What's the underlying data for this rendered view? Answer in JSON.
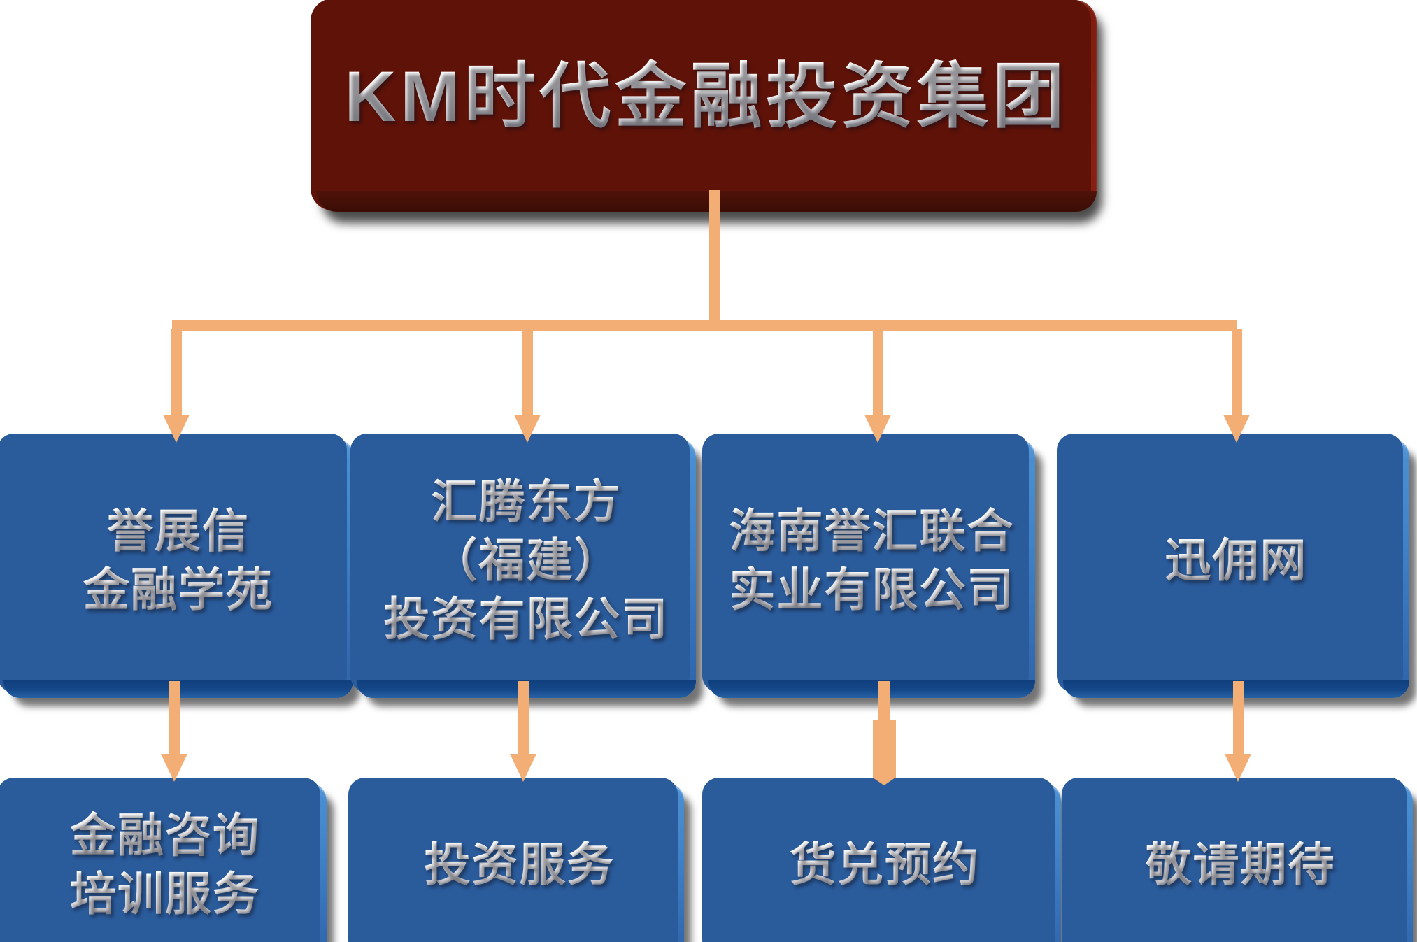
{
  "org_chart": {
    "type": "org-tree",
    "root": {
      "label": "KM时代金融投资集团"
    },
    "columns": [
      {
        "company": {
          "lines": [
            "誉展信",
            "金融学苑"
          ]
        },
        "service": {
          "lines": [
            "金融咨询",
            "培训服务"
          ]
        }
      },
      {
        "company": {
          "lines": [
            "汇腾东方",
            "（福建）",
            "投资有限公司"
          ]
        },
        "service": {
          "lines": [
            "投资服务"
          ]
        }
      },
      {
        "company": {
          "lines": [
            "海南誉汇联合",
            "实业有限公司"
          ]
        },
        "service": {
          "lines": [
            "货兑预约"
          ]
        }
      },
      {
        "company": {
          "lines": [
            "迅佣网"
          ]
        },
        "service": {
          "lines": [
            "敬请期待"
          ]
        }
      }
    ],
    "colors": {
      "root_box": "#8e2315",
      "root_box_bevel": "#3a0d05",
      "child_box": "#3f82c8",
      "child_box_bevel": "#0f3e7c",
      "connector": "#f2ae74",
      "text": "#f3f3f5",
      "background": "#ffffff"
    }
  }
}
